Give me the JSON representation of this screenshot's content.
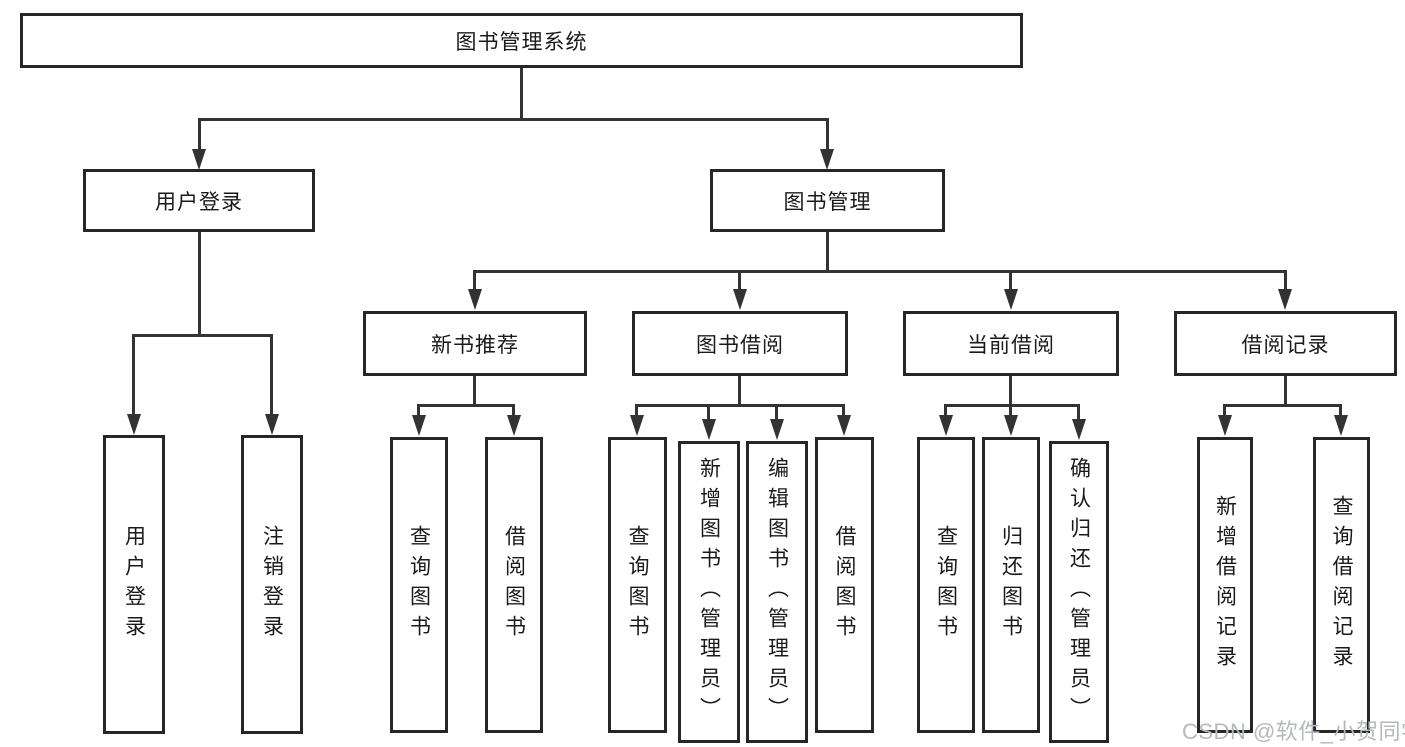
{
  "diagram_title": "图书管理系统",
  "colors": {
    "background": "#ffffff",
    "box_border": "#262626",
    "box_fill": "#ffffff",
    "connector_line": "#333333",
    "text": "#1a1a1a",
    "watermark": "#b5b9be"
  },
  "tree": {
    "root": {
      "label": "图书管理系统"
    },
    "level2": [
      {
        "label": "用户登录"
      },
      {
        "label": "图书管理"
      }
    ],
    "level3": [
      {
        "label": "新书推荐"
      },
      {
        "label": "图书借阅"
      },
      {
        "label": "当前借阅"
      },
      {
        "label": "借阅记录"
      }
    ],
    "leaves": {
      "user_login": [
        "用户登录",
        "注销登录"
      ],
      "new_book_recommend": [
        "查询图书",
        "借阅图书"
      ],
      "book_borrow": [
        "查询图书",
        "新增图书（管理员）",
        "编辑图书（管理员）",
        "借阅图书"
      ],
      "current_borrow": [
        "查询图书",
        "归还图书",
        "确认归还（管理员）"
      ],
      "borrow_records": [
        "新增借阅记录",
        "查询借阅记录"
      ]
    }
  },
  "watermark": {
    "text": "CSDN @软件_小贺同学"
  }
}
